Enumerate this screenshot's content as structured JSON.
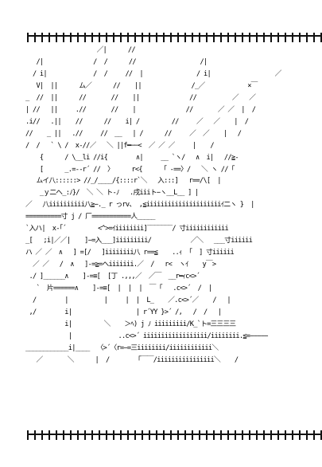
{
  "art": {
    "lines": [
      "                    ／|      //",
      "   /|              /  /      //                  /|",
      "  / i|             /  /     //  |               / i|                  ／",
      "   V|  ||      ム／      //    ||              /_／            ×￣",
      "_  //  ||      //       //    ||              //          ／   ／",
      "| //   ||     .//       //    |              //       ／ ／  |  /",
      ".i//   .||    //      //    i| /         //     ／   ／    |  /",
      "//    _ ||   .//     //  __   | /      //     ／  ／    |   /",
      "/  /   ` \\ /  x-//／   ＼ ||f━──<  ／ ／ ／     |    /",
      "    {      / \\__li //i{        ∧|     __ `ヽ/   ∧  i|   //≧-",
      "    [      _.=--r´ //  〉     r<{     「 -==〉/   ＼ ヽ //「",
      "   ムイ八::::::> //_/____/{::::r`＼   入:::]   r==/\\[  |",
      "    _ｙ二へ_:ﾉ}/  ＼ ＼ ト-ﾉ   .戌iiiト−ヽ__L__ ] |",
      "／   八iiiiiiiiii八≧−._ r っrv、 ,≦iiiiiiiiiiiiiiiiiiiiiｲ二ヽ }  |",
      "==========寸 j / 厂===========人_____",
      "`入ハ|  x-｢´         <^>=ｲiiiiiiii]‾‾‾‾‾‾‾/ 寸iiiiiiiiiiii",
      "_[   ;i|／／|    ]−=入___]iiiiiiiii/           ／＼   ___寸iiiiii",
      "ハ ／ ／  ∧   ] =[/   ]iiiiiiii八 r==≦    ..ｨ  ｢  ] 寸iiiiii",
      "  ／ ／   /  ∧   ]-=≧=へiiiiiii.／  /   r<  ヽｲ    y￣>",
      " ./ ]______∧    ]-=≡[  [丁 .,,,／  ／￣  __r━ｨc<>´",
      "   `  片======∧    ]-=≡[  |  |  |  ￣ ｢   .c<>´  /  |",
      "  /        |          |     |  |  L_    ／.c<>´／    /   |",
      " ,/        i|                  | r´YY }>´ /,   /  /   |",
      "           i|         ＼    ＞ﾍ) j ﾉ iiiiiiiii/K_`ト=三三三三",
      "            |             ..c<>´ iiiiiiiiiiiiiiiiii/iiiiiiii.≦=−−−−−",
      "____________i|____  〈>´〈r=−=三iiiiiiii/iiiiiiiiiiii＼",
      "   ／       ＼      |  /        ｢￣￣/iiiiiiiiiiiiiiii＼    /"
    ]
  }
}
